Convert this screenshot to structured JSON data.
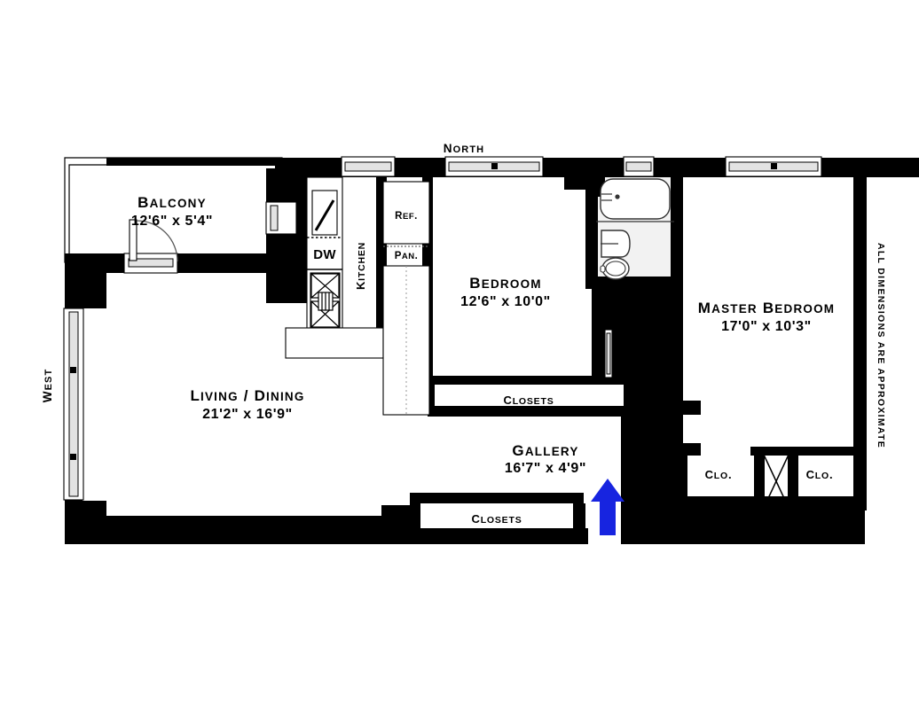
{
  "page": {
    "title": "Apartment Floor Plan",
    "background_color": "#ffffff",
    "wall_color": "#000000",
    "accent_color": "#1724e0",
    "bathroom_fill": "#f2f2f2"
  },
  "compass": {
    "north_label": "North",
    "west_label": "West"
  },
  "disclaimer": {
    "text": "ALL DIMENSIONS ARE APPROXIMATE"
  },
  "rooms": [
    {
      "id": "balcony",
      "name": "Balcony",
      "dimensions": "12'6\"  x  5'4\""
    },
    {
      "id": "living-dining",
      "name": "Living / Dining",
      "dimensions": "21'2\"  x  16'9\""
    },
    {
      "id": "kitchen",
      "name": "Kitchen",
      "dimensions": ""
    },
    {
      "id": "bedroom",
      "name": "Bedroom",
      "dimensions": "12'6\"  x  10'0\""
    },
    {
      "id": "master-bedroom",
      "name": "Master Bedroom",
      "dimensions": "17'0\"  x  10'3\""
    },
    {
      "id": "gallery",
      "name": "Gallery",
      "dimensions": "16'7\"  x  4'9\""
    }
  ],
  "storage": [
    {
      "id": "bedroom-closets",
      "label": "Closets"
    },
    {
      "id": "gallery-closets",
      "label": "Closets"
    },
    {
      "id": "master-closet-left",
      "label": "Clo."
    },
    {
      "id": "master-closet-right",
      "label": "Clo."
    }
  ],
  "appliances": [
    {
      "id": "dishwasher",
      "label": "DW"
    },
    {
      "id": "refrigerator",
      "label": "Ref."
    },
    {
      "id": "pantry",
      "label": "Pan."
    }
  ],
  "fixtures": [
    {
      "id": "bathtub",
      "icon": "bathtub-icon"
    },
    {
      "id": "sink",
      "icon": "sink-icon"
    },
    {
      "id": "toilet",
      "icon": "toilet-icon"
    },
    {
      "id": "range",
      "icon": "stove-range-icon"
    }
  ],
  "entry": {
    "id": "entry-arrow",
    "icon": "up-arrow-icon",
    "color": "#1724e0"
  }
}
